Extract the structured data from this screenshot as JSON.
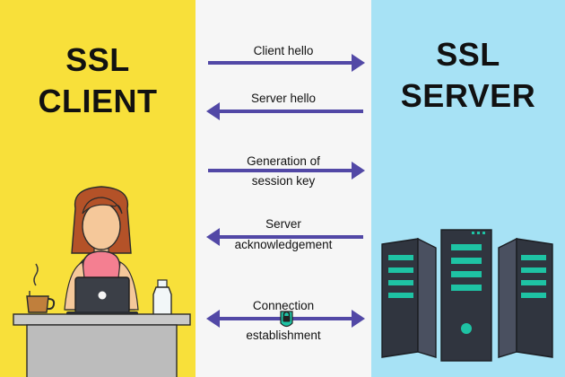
{
  "colors": {
    "client_bg": "#f8e03a",
    "middle_bg": "#f6f6f6",
    "server_bg": "#a7e2f5",
    "arrow": "#5248a6",
    "server_body": "#30353f",
    "server_accent": "#1ec3a4",
    "shirt": "#f47f91",
    "hair": "#b45228",
    "desk": "#c9c9c9"
  },
  "client": {
    "title_line1": "SSL",
    "title_line2": "CLIENT"
  },
  "server": {
    "title_line1": "SSL",
    "title_line2": "SERVER"
  },
  "messages": [
    {
      "lines": [
        "Client hello"
      ],
      "direction": "right"
    },
    {
      "lines": [
        "Server hello"
      ],
      "direction": "left"
    },
    {
      "lines": [
        "Generation of",
        "session key"
      ],
      "direction": "right"
    },
    {
      "lines": [
        "Server",
        "acknowledgement"
      ],
      "direction": "left"
    },
    {
      "lines": [
        "Connection",
        "establishment"
      ],
      "direction": "both"
    }
  ],
  "icons": {
    "lock": "lock-icon",
    "person": "user-illustration",
    "laptop": "laptop-icon",
    "mug": "coffee-mug-icon",
    "bottle": "bottle-icon",
    "servers": "server-rack-icon"
  }
}
